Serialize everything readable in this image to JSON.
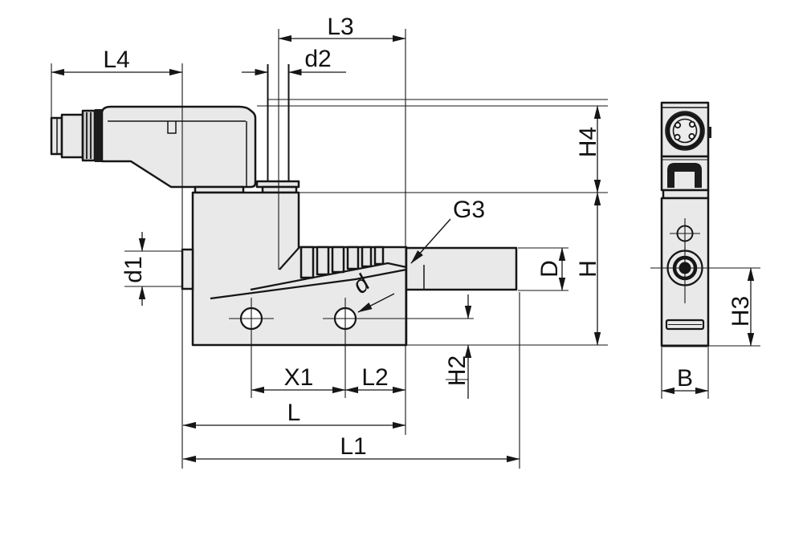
{
  "drawing": {
    "type": "technical-dimension-drawing",
    "colors": {
      "line": "#161616",
      "part_fill": "#e9e9e9",
      "dark_fill": "#1c1c1c",
      "text": "#111111",
      "background": "#ffffff"
    },
    "labels": {
      "l4": "L4",
      "l3": "L3",
      "d2": "d2",
      "d1": "d1",
      "g3": "G3",
      "d": "d",
      "x1": "X1",
      "l2": "L2",
      "l": "L",
      "l1": "L1",
      "big_d": "D",
      "h": "H",
      "h2": "H2",
      "h3": "H3",
      "h4": "H4",
      "b": "B"
    }
  }
}
